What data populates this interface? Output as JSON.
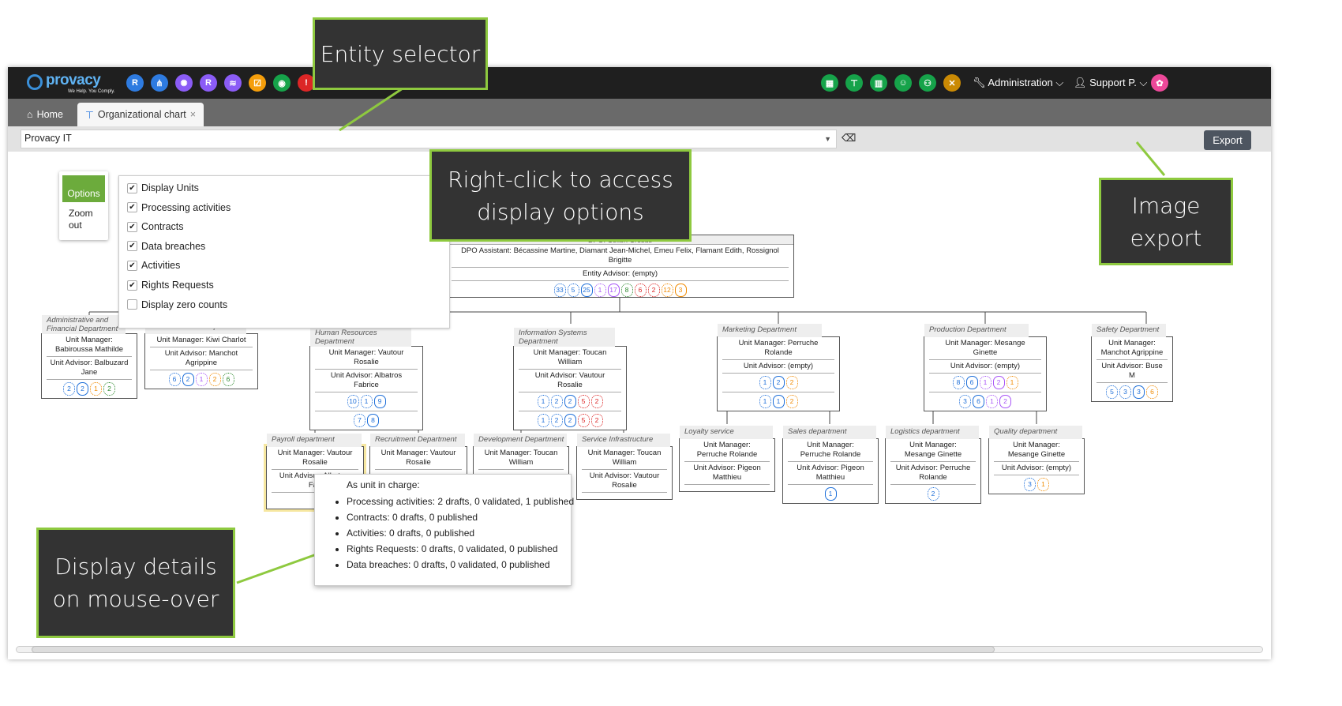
{
  "app": {
    "logo_text": "provacy",
    "logo_tagline": "We Help. You Comply.",
    "top_icons": [
      {
        "name": "r-icon",
        "glyph": "R",
        "color": "#2e7be0"
      },
      {
        "name": "network-icon",
        "glyph": "⋔",
        "color": "#2e7be0"
      },
      {
        "name": "gear-flower-icon",
        "glyph": "✺",
        "color": "#8b5cf6"
      },
      {
        "name": "r-purple-icon",
        "glyph": "R",
        "color": "#8b5cf6"
      },
      {
        "name": "handshake-icon",
        "glyph": "≋",
        "color": "#8b5cf6"
      },
      {
        "name": "checklist-icon",
        "glyph": "☑",
        "color": "#f59e0b"
      },
      {
        "name": "user-badge-icon",
        "glyph": "◉",
        "color": "#16a34a"
      },
      {
        "name": "shield-icon",
        "glyph": "!",
        "color": "#dc2626"
      }
    ],
    "right_icons": [
      {
        "name": "building-icon",
        "glyph": "▦"
      },
      {
        "name": "org-icon",
        "glyph": "⊤"
      },
      {
        "name": "buildings-icon",
        "glyph": "▥"
      },
      {
        "name": "team-icon",
        "glyph": "☺"
      },
      {
        "name": "people-icon",
        "glyph": "⚇"
      },
      {
        "name": "tools-icon",
        "glyph": "✕"
      }
    ],
    "menu_admin": "Administration",
    "menu_user": "Support P.",
    "tabs": [
      {
        "label": "Home"
      },
      {
        "label": "Organizational chart"
      }
    ],
    "entity_value": "Provacy IT",
    "export_label": "Export"
  },
  "options": {
    "button_label": "Options",
    "zoom_label": "Zoom out",
    "items": [
      {
        "label": "Display Units",
        "checked": "✔"
      },
      {
        "label": "Processing activities",
        "checked": "✔"
      },
      {
        "label": "Contracts",
        "checked": "✔"
      },
      {
        "label": "Data breaches",
        "checked": "✔"
      },
      {
        "label": "Activities",
        "checked": "✔"
      },
      {
        "label": "Rights Requests",
        "checked": "✔"
      },
      {
        "label": "Display zero counts",
        "checked": ""
      }
    ]
  },
  "root": {
    "dpo": "DPO: Colibri Crésus",
    "assistant": "DPO Assistant: Bécassine Martine, Diamant Jean-Michel, Emeu Felix, Flamant Edith, Rossignol Brigitte",
    "advisor": "Entity Advisor: (empty)",
    "badges": [
      {
        "v": "33",
        "c": "",
        "s": false
      },
      {
        "v": "5",
        "c": "",
        "s": false
      },
      {
        "v": "25",
        "c": "",
        "s": true
      },
      {
        "v": "1",
        "c": "pu",
        "s": false
      },
      {
        "v": "17",
        "c": "pu",
        "s": true
      },
      {
        "v": "8",
        "c": "gr",
        "s": false
      },
      {
        "v": "6",
        "c": "rd",
        "s": false
      },
      {
        "v": "2",
        "c": "rd",
        "s": false
      },
      {
        "v": "12",
        "c": "or",
        "s": false
      },
      {
        "v": "3",
        "c": "or",
        "s": true
      }
    ]
  },
  "departments": [
    {
      "name": "Administrative and Financial Department",
      "manager": "Unit Manager: Babiroussa Mathilde",
      "advisor": "Unit Advisor: Balbuzard Jane",
      "badges": [
        {
          "v": "2",
          "c": "",
          "s": false
        },
        {
          "v": "2",
          "c": "",
          "s": true
        },
        {
          "v": "1",
          "c": "or",
          "s": false
        },
        {
          "v": "2",
          "c": "gr",
          "s": false
        }
      ],
      "badges2": []
    },
    {
      "name": "Communication Department",
      "manager": "Unit Manager: Kiwi Charlot",
      "advisor": "Unit Advisor: Manchot Agrippine",
      "badges": [
        {
          "v": "6",
          "c": "",
          "s": false
        },
        {
          "v": "2",
          "c": "",
          "s": true
        },
        {
          "v": "1",
          "c": "pu",
          "s": false
        },
        {
          "v": "2",
          "c": "or",
          "s": false
        },
        {
          "v": "6",
          "c": "gr",
          "s": false
        }
      ],
      "badges2": []
    },
    {
      "name": "Human Resources Department",
      "manager": "Unit Manager: Vautour Rosalie",
      "advisor": "Unit Advisor: Albatros Fabrice",
      "badges": [
        {
          "v": "10",
          "c": "",
          "s": false
        },
        {
          "v": "1",
          "c": "",
          "s": false
        },
        {
          "v": "9",
          "c": "",
          "s": true
        }
      ],
      "badges2": [
        {
          "v": "7",
          "c": "",
          "s": false
        },
        {
          "v": "8",
          "c": "",
          "s": true
        }
      ]
    },
    {
      "name": "Information Systems Department",
      "manager": "Unit Manager: Toucan William",
      "advisor": "Unit Advisor: Vautour Rosalie",
      "badges": [
        {
          "v": "1",
          "c": "",
          "s": false
        },
        {
          "v": "2",
          "c": "",
          "s": false
        },
        {
          "v": "2",
          "c": "",
          "s": true
        },
        {
          "v": "5",
          "c": "rd",
          "s": false
        },
        {
          "v": "2",
          "c": "rd",
          "s": false
        }
      ],
      "badges2": [
        {
          "v": "1",
          "c": "",
          "s": false
        },
        {
          "v": "2",
          "c": "",
          "s": false
        },
        {
          "v": "2",
          "c": "",
          "s": true
        },
        {
          "v": "5",
          "c": "rd",
          "s": false
        },
        {
          "v": "2",
          "c": "rd",
          "s": false
        }
      ]
    },
    {
      "name": "Marketing Department",
      "manager": "Unit Manager: Perruche Rolande",
      "advisor": "Unit Advisor: (empty)",
      "badges": [
        {
          "v": "1",
          "c": "",
          "s": false
        },
        {
          "v": "2",
          "c": "",
          "s": true
        },
        {
          "v": "2",
          "c": "or",
          "s": false
        }
      ],
      "badges2": [
        {
          "v": "1",
          "c": "",
          "s": false
        },
        {
          "v": "1",
          "c": "",
          "s": true
        },
        {
          "v": "2",
          "c": "or",
          "s": false
        }
      ]
    },
    {
      "name": "Production Department",
      "manager": "Unit Manager: Mesange Ginette",
      "advisor": "Unit Advisor: (empty)",
      "badges": [
        {
          "v": "8",
          "c": "",
          "s": false
        },
        {
          "v": "6",
          "c": "",
          "s": true
        },
        {
          "v": "1",
          "c": "pu",
          "s": false
        },
        {
          "v": "2",
          "c": "pu",
          "s": true
        },
        {
          "v": "1",
          "c": "or",
          "s": false
        }
      ],
      "badges2": [
        {
          "v": "3",
          "c": "",
          "s": false
        },
        {
          "v": "6",
          "c": "",
          "s": true
        },
        {
          "v": "1",
          "c": "pu",
          "s": false
        },
        {
          "v": "2",
          "c": "pu",
          "s": true
        }
      ]
    },
    {
      "name": "Safety Department",
      "manager": "Unit Manager: Manchot Agrippine",
      "advisor": "Unit Advisor: Buse M",
      "badges": [
        {
          "v": "5",
          "c": "",
          "s": false
        },
        {
          "v": "3",
          "c": "",
          "s": false
        },
        {
          "v": "3",
          "c": "",
          "s": true
        },
        {
          "v": "6",
          "c": "or",
          "s": false
        }
      ],
      "badges2": []
    }
  ],
  "subunits": [
    {
      "name": "Payroll department",
      "manager": "Unit Manager: Vautour Rosalie",
      "advisor": "Unit Advisor: Albatros Fab",
      "badges": []
    },
    {
      "name": "Recruitment Department",
      "manager": "Unit Manager: Vautour Rosalie",
      "advisor": "",
      "badges": []
    },
    {
      "name": "Development Department",
      "manager": "Unit Manager: Toucan William",
      "advisor": "",
      "badges": []
    },
    {
      "name": "Service Infrastructure",
      "manager": "Unit Manager: Toucan William",
      "advisor": "Unit Advisor: Vautour Rosalie",
      "badges": []
    },
    {
      "name": "Loyalty service",
      "manager": "Unit Manager: Perruche Rolande",
      "advisor": "Unit Advisor: Pigeon Matthieu",
      "badges": []
    },
    {
      "name": "Sales department",
      "manager": "Unit Manager: Perruche Rolande",
      "advisor": "Unit Advisor: Pigeon Matthieu",
      "badges": [
        {
          "v": "1",
          "c": "",
          "s": true
        }
      ]
    },
    {
      "name": "Logistics department",
      "manager": "Unit Manager: Mesange Ginette",
      "advisor": "Unit Advisor: Perruche Rolande",
      "badges": [
        {
          "v": "2",
          "c": "",
          "s": false
        }
      ]
    },
    {
      "name": "Quality department",
      "manager": "Unit Manager: Mesange Ginette",
      "advisor": "Unit Advisor: (empty)",
      "badges": [
        {
          "v": "3",
          "c": "",
          "s": false
        },
        {
          "v": "1",
          "c": "or",
          "s": false
        }
      ]
    }
  ],
  "tooltip": {
    "title": "As unit in charge:",
    "items": [
      "Processing activities: 2 drafts, 0 validated, 1 published",
      "Contracts: 0 drafts, 0 published",
      "Activities: 0 drafts, 0 published",
      "Rights Requests: 0 drafts, 0 validated, 0 published",
      "Data breaches: 0 drafts, 0 validated, 0 published"
    ]
  },
  "callouts": {
    "entity": "Entity selector",
    "rightclick": "Right-click to access display options",
    "export": "Image export",
    "mouseover": "Display details on mouse-over"
  },
  "colors": {
    "accent": "#6cab3c",
    "callout_bg": "#333333",
    "brand_blue": "#2e7be0"
  }
}
